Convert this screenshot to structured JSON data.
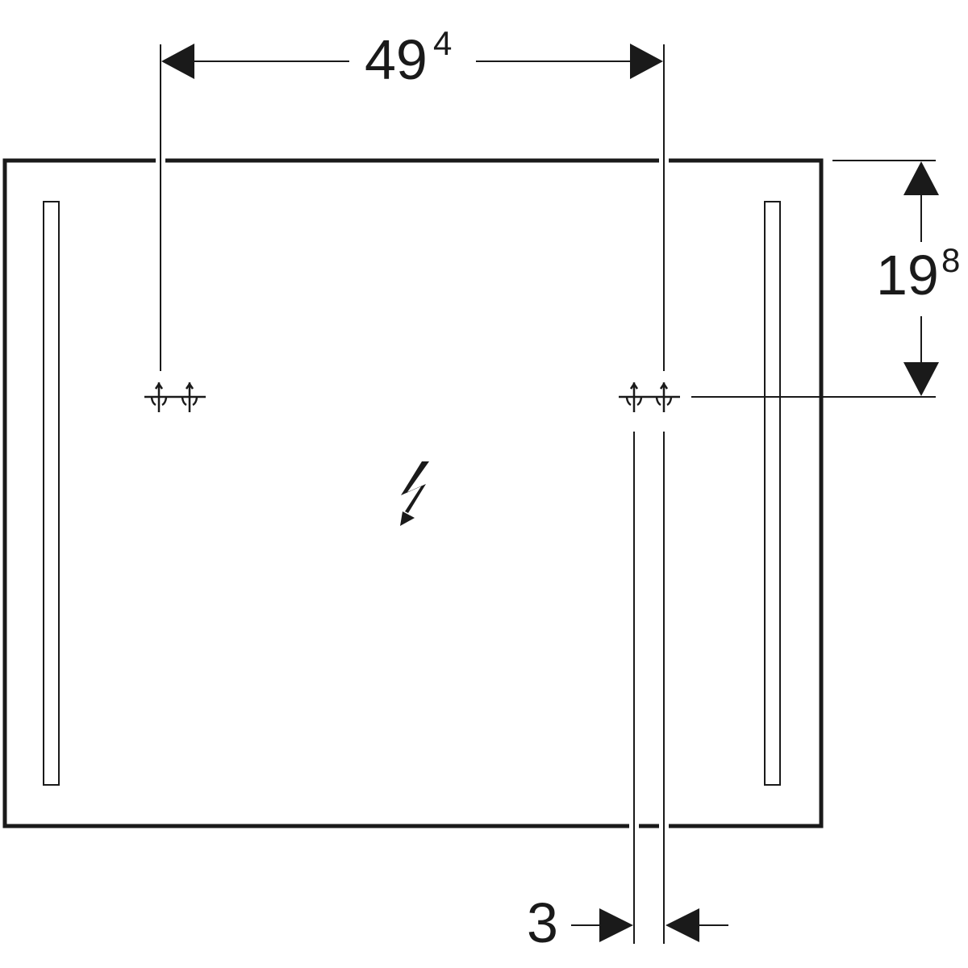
{
  "diagram": {
    "type": "technical-dimension-drawing",
    "subject": "illuminated mirror, front view with mounting points",
    "colors": {
      "line": "#1a1a1a",
      "background": "#ffffff"
    },
    "dimensions": {
      "mount_spacing": {
        "main": "49",
        "sup": "4",
        "orientation": "horizontal"
      },
      "mount_height_from_top": {
        "main": "19",
        "sup": "8",
        "orientation": "vertical"
      },
      "wall_offset": {
        "main": "3",
        "orientation": "horizontal"
      }
    },
    "elements": [
      {
        "name": "mirror-frame"
      },
      {
        "name": "left-light-strip"
      },
      {
        "name": "right-light-strip"
      },
      {
        "name": "left-mounting-point"
      },
      {
        "name": "right-mounting-point"
      },
      {
        "name": "electrical-connection-icon"
      }
    ]
  }
}
